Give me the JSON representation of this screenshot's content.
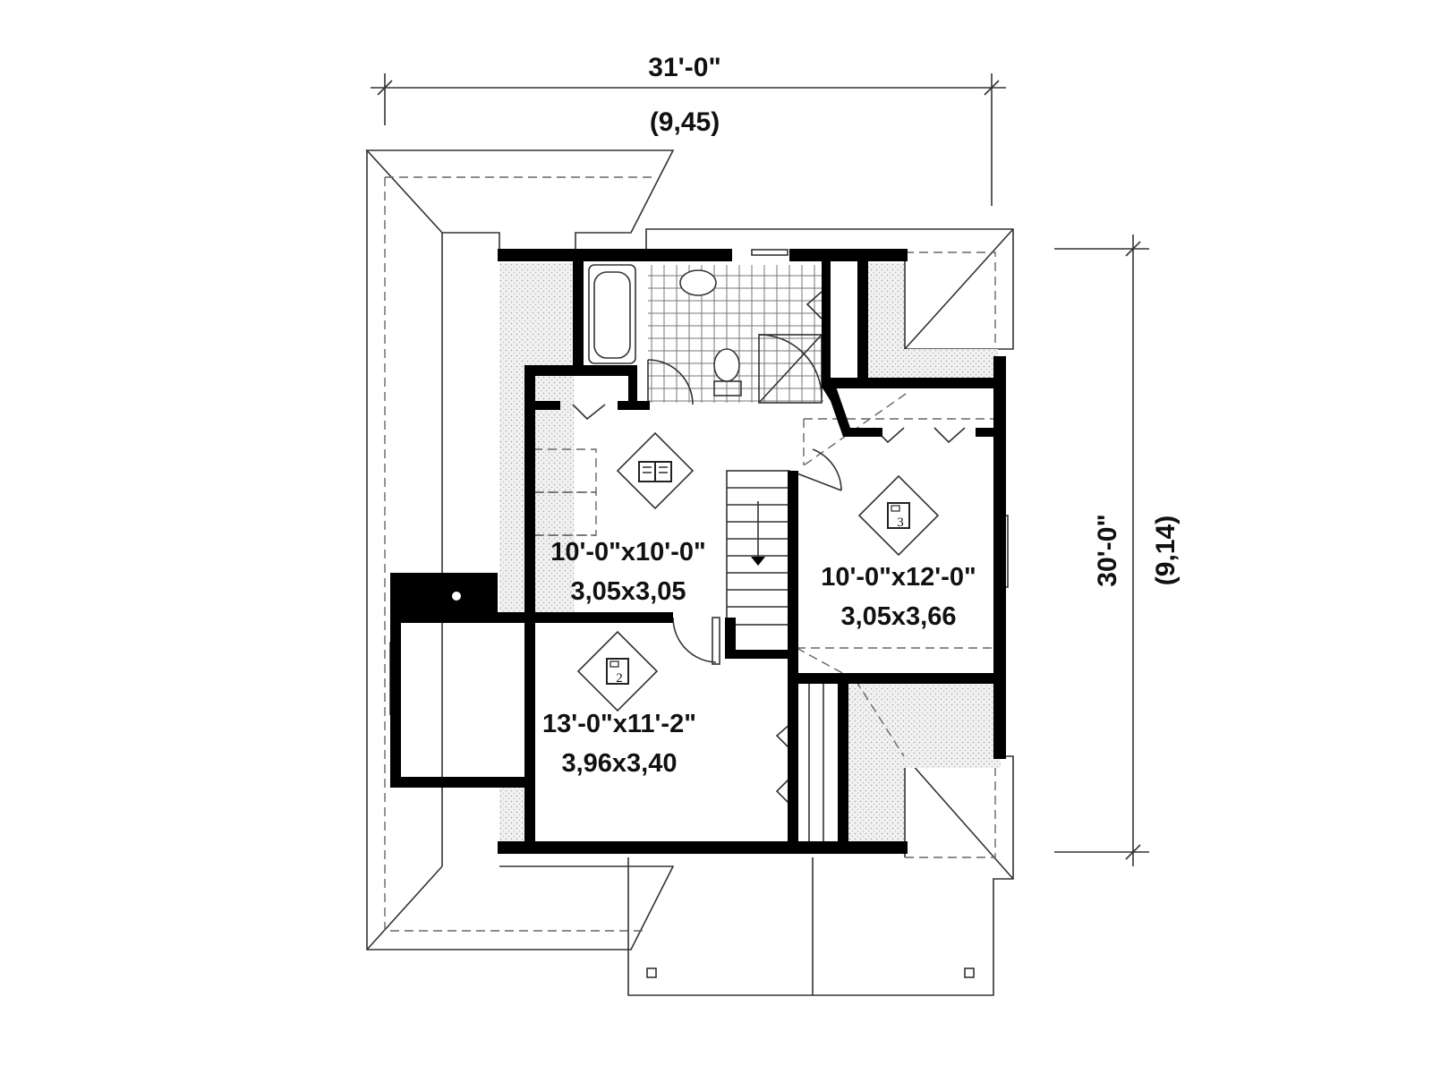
{
  "dimensions": {
    "width_imperial": "31'-0\"",
    "width_metric": "(9,45)",
    "depth_imperial": "30'-0\"",
    "depth_metric": "(9,14)"
  },
  "rooms": [
    {
      "id": "study",
      "icon": "book-icon",
      "size_imperial": "10'-0\"x10'-0\"",
      "size_metric": "3,05x3,05"
    },
    {
      "id": "bedroom-3",
      "icon": "bed-icon",
      "icon_label": "3",
      "size_imperial": "10'-0\"x12'-0\"",
      "size_metric": "3,05x3,66"
    },
    {
      "id": "bedroom-2",
      "icon": "bed-icon",
      "icon_label": "2",
      "size_imperial": "13'-0\"x11'-2\"",
      "size_metric": "3,96x3,40"
    }
  ],
  "colors": {
    "wall": "#000000",
    "line": "#333333",
    "dashed": "#666666",
    "background": "#ffffff"
  }
}
